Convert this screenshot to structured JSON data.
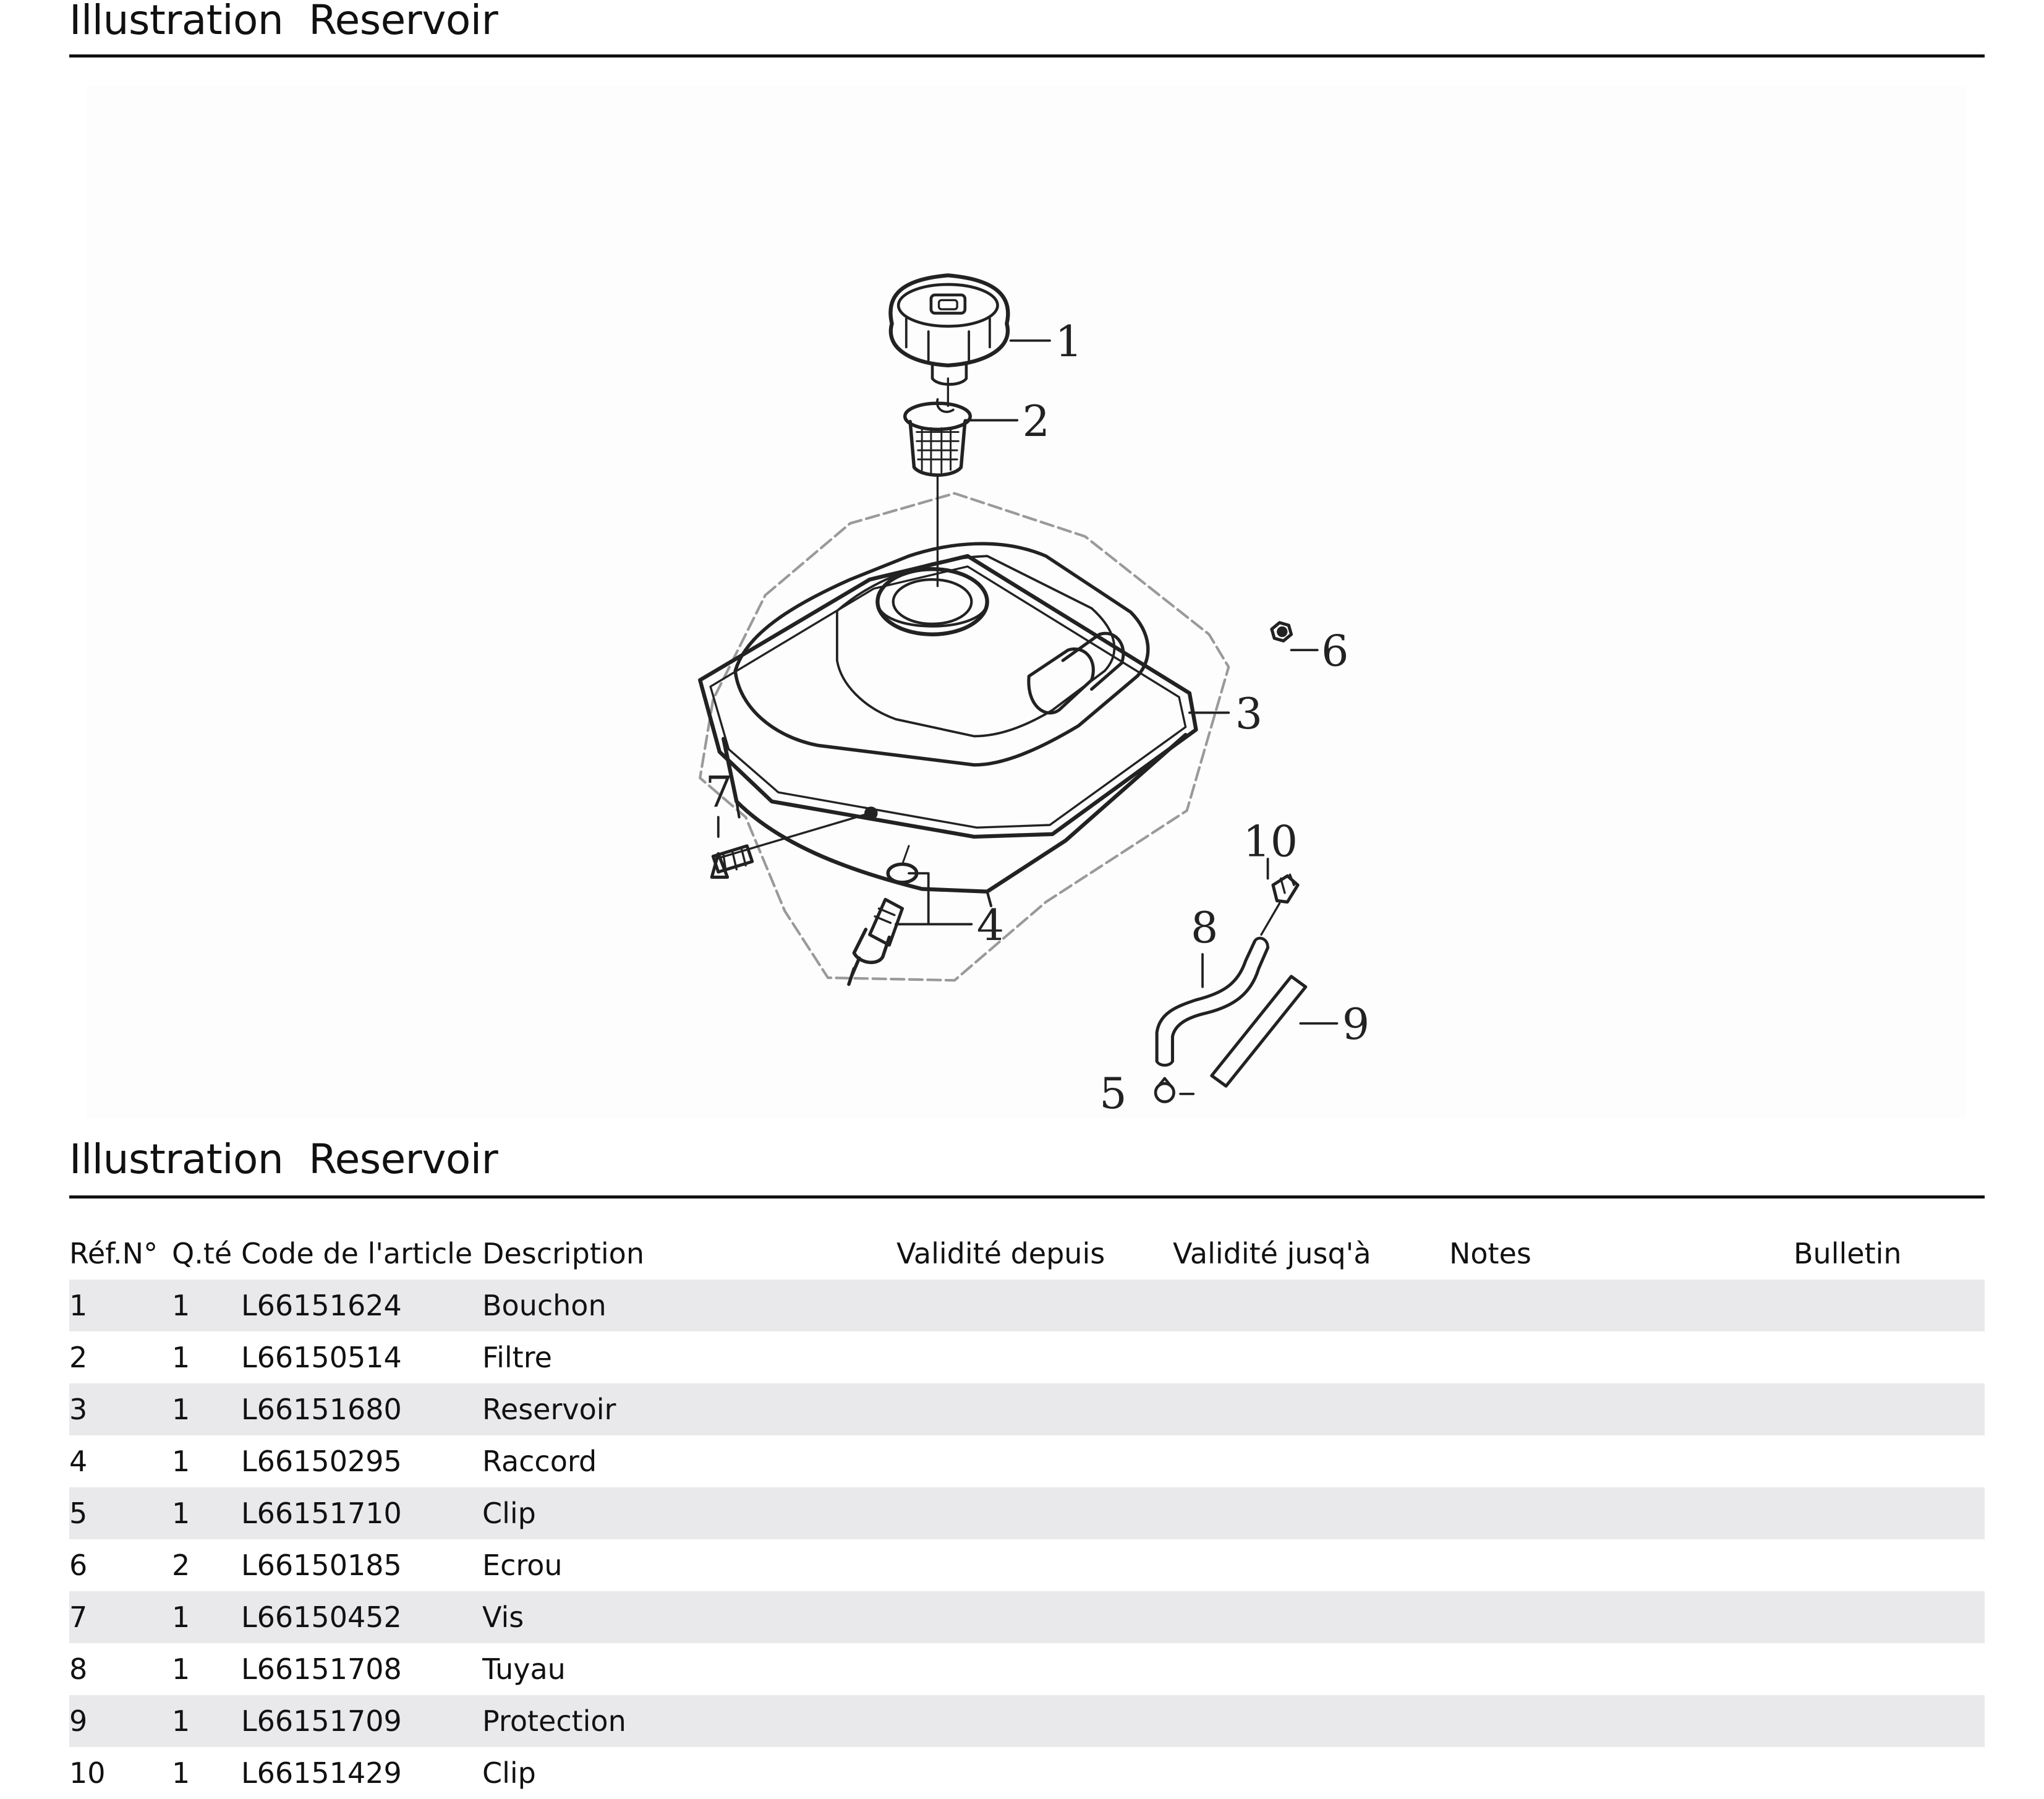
{
  "page": {
    "section_title_top": "Illustration  Reservoir",
    "section_title_table": "Illustration  Reservoir"
  },
  "diagram": {
    "callouts": [
      "1",
      "2",
      "3",
      "4",
      "5",
      "6",
      "7",
      "8",
      "9",
      "10"
    ]
  },
  "table": {
    "headers": [
      "Réf.N°",
      "Q.té",
      "Code de l'article",
      "Description",
      "Validité depuis",
      "Validité jusq'à",
      "Notes",
      "Bulletin"
    ],
    "rows": [
      {
        "ref": "1",
        "qty": "1",
        "code": "L66151624",
        "description": "Bouchon",
        "valid_from": "",
        "valid_to": "",
        "notes": "",
        "bulletin": ""
      },
      {
        "ref": "2",
        "qty": "1",
        "code": "L66150514",
        "description": "Filtre",
        "valid_from": "",
        "valid_to": "",
        "notes": "",
        "bulletin": ""
      },
      {
        "ref": "3",
        "qty": "1",
        "code": "L66151680",
        "description": "Reservoir",
        "valid_from": "",
        "valid_to": "",
        "notes": "",
        "bulletin": ""
      },
      {
        "ref": "4",
        "qty": "1",
        "code": "L66150295",
        "description": "Raccord",
        "valid_from": "",
        "valid_to": "",
        "notes": "",
        "bulletin": ""
      },
      {
        "ref": "5",
        "qty": "1",
        "code": "L66151710",
        "description": "Clip",
        "valid_from": "",
        "valid_to": "",
        "notes": "",
        "bulletin": ""
      },
      {
        "ref": "6",
        "qty": "2",
        "code": "L66150185",
        "description": "Ecrou",
        "valid_from": "",
        "valid_to": "",
        "notes": "",
        "bulletin": ""
      },
      {
        "ref": "7",
        "qty": "1",
        "code": "L66150452",
        "description": "Vis",
        "valid_from": "",
        "valid_to": "",
        "notes": "",
        "bulletin": ""
      },
      {
        "ref": "8",
        "qty": "1",
        "code": "L66151708",
        "description": "Tuyau",
        "valid_from": "",
        "valid_to": "",
        "notes": "",
        "bulletin": ""
      },
      {
        "ref": "9",
        "qty": "1",
        "code": "L66151709",
        "description": "Protection",
        "valid_from": "",
        "valid_to": "",
        "notes": "",
        "bulletin": ""
      },
      {
        "ref": "10",
        "qty": "1",
        "code": "L66151429",
        "description": "Clip",
        "valid_from": "",
        "valid_to": "",
        "notes": "",
        "bulletin": ""
      }
    ]
  }
}
